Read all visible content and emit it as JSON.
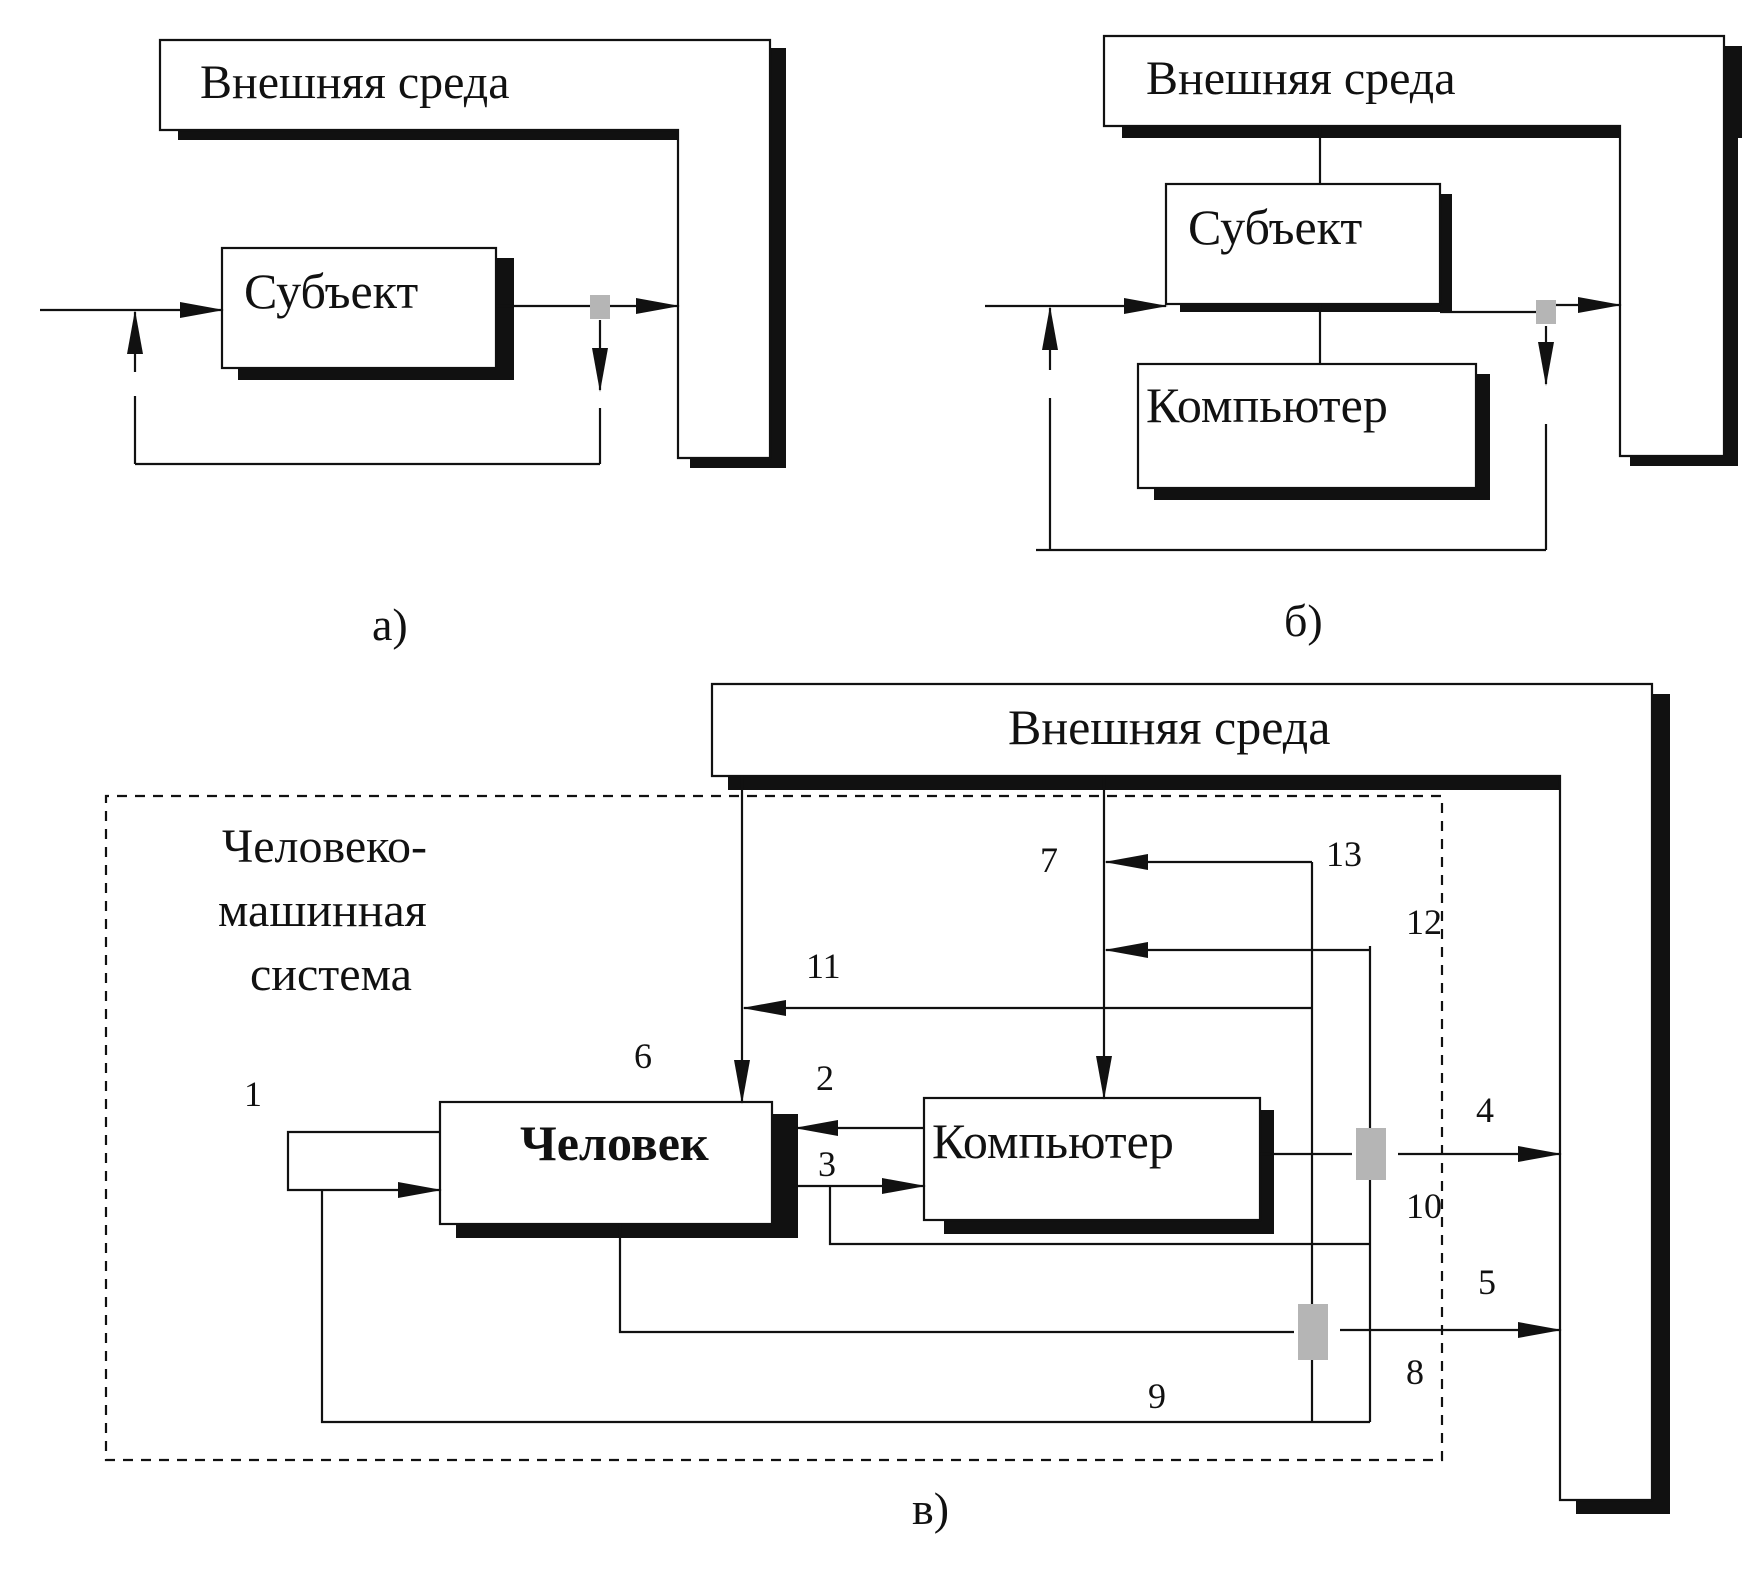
{
  "panel_a": {
    "env_label": "Внешняя среда",
    "subject_label": "Субъект",
    "caption": "а)"
  },
  "panel_b": {
    "env_label": "Внешняя среда",
    "subject_label": "Субъект",
    "computer_label": "Компьютер",
    "caption": "б)"
  },
  "panel_c": {
    "env_label": "Внешняя среда",
    "system_label_line1": "Человеко-",
    "system_label_line2": "машинная",
    "system_label_line3": "система",
    "human_label": "Человек",
    "computer_label": "Компьютер",
    "caption": "в)",
    "numbers": [
      "1",
      "2",
      "3",
      "4",
      "5",
      "6",
      "7",
      "8",
      "9",
      "10",
      "11",
      "12",
      "13"
    ]
  }
}
